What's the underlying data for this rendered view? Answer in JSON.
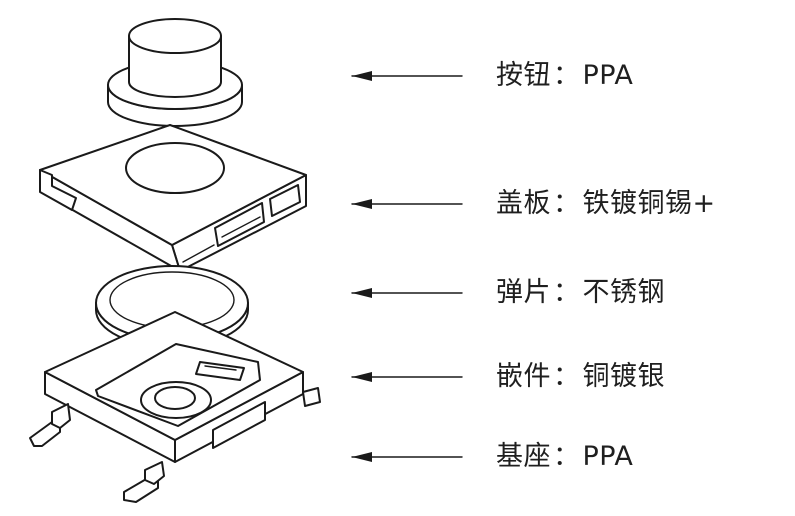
{
  "labels": [
    {
      "part": "按钮",
      "material": "PPA"
    },
    {
      "part": "盖板",
      "material": "铁镀铜锡+"
    },
    {
      "part": "弹片",
      "material": "不锈钢"
    },
    {
      "part": "嵌件",
      "material": "铜镀银"
    },
    {
      "part": "基座",
      "material": "PPA"
    }
  ],
  "separator": "：",
  "colors": {
    "line": "#1a1a1a",
    "text": "#1f1f1f",
    "background": "#ffffff"
  }
}
